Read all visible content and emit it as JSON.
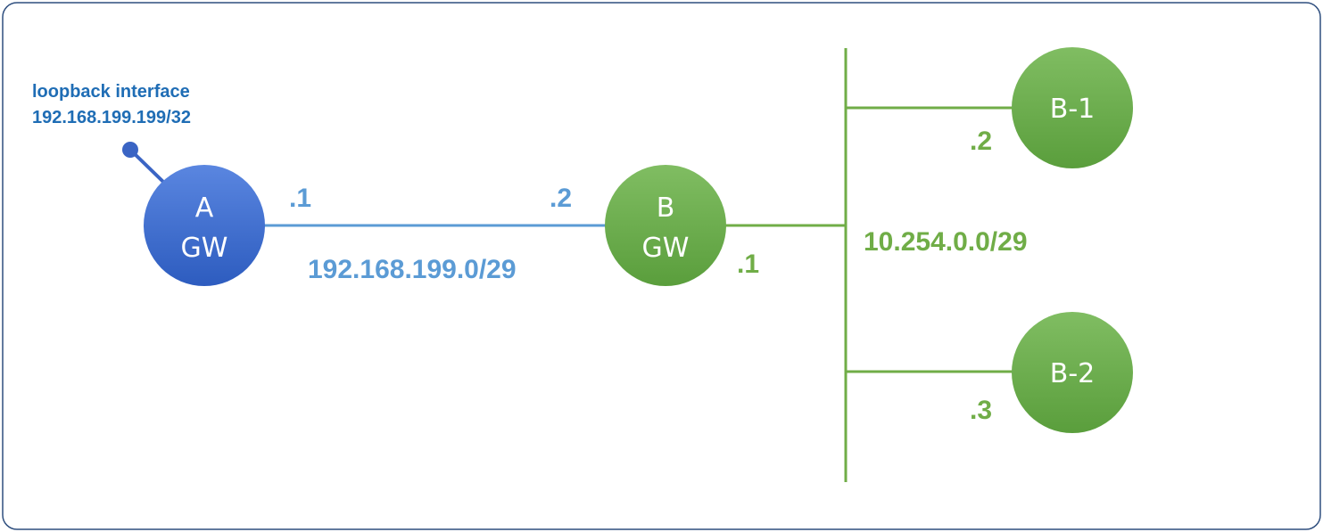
{
  "loopback": {
    "line1": "loopback interface",
    "line2": "192.168.199.199/32"
  },
  "nodes": {
    "a_gw": {
      "line1": "A",
      "line2": "GW"
    },
    "b_gw": {
      "line1": "B",
      "line2": "GW"
    },
    "b1": {
      "label": "B-1"
    },
    "b2": {
      "label": "B-2"
    }
  },
  "links": {
    "ab": {
      "network": "192.168.199.0/29",
      "a_side": ".1",
      "b_side": ".2"
    },
    "lan": {
      "network": "10.254.0.0/29",
      "gw_side": ".1",
      "b1_side": ".2",
      "b2_side": ".3"
    }
  },
  "colors": {
    "blue_node": "#3f6fcf",
    "blue_label": "#1f6db5",
    "blue_link": "#5b9bd5",
    "green_node": "#6aa84f",
    "green_link": "#70ad47",
    "border": "#2f4f7f"
  }
}
